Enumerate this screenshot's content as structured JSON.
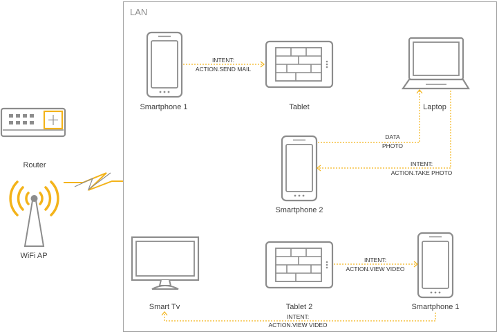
{
  "lan": {
    "title": "LAN"
  },
  "colors": {
    "accent": "#f3b31a",
    "device_stroke": "#8c8c8c",
    "border": "#a6a6a6",
    "text": "#404040"
  },
  "devices": {
    "router": "Router",
    "wifi_ap": "WiFi AP",
    "smartphone1_top": "Smartphone 1",
    "tablet": "Tablet",
    "laptop": "Laptop",
    "smartphone2": "Smartphone 2",
    "smart_tv": "Smart Tv",
    "tablet2": "Tablet 2",
    "smartphone1_bottom": "Smartphone 1"
  },
  "messages": {
    "send_mail": {
      "line1": "INTENT:",
      "line2": "ACTION.SEND MAIL"
    },
    "data_photo": {
      "line1": "DATA",
      "line2": "PHOTO"
    },
    "take_photo": {
      "line1": "INTENT:",
      "line2": "ACTION.TAKE PHOTO"
    },
    "view_video_1": {
      "line1": "INTENT:",
      "line2": "ACTION.VIEW VIDEO"
    },
    "view_video_2": {
      "line1": "INTENT:",
      "line2": "ACTION.VIEW VIDEO"
    }
  }
}
